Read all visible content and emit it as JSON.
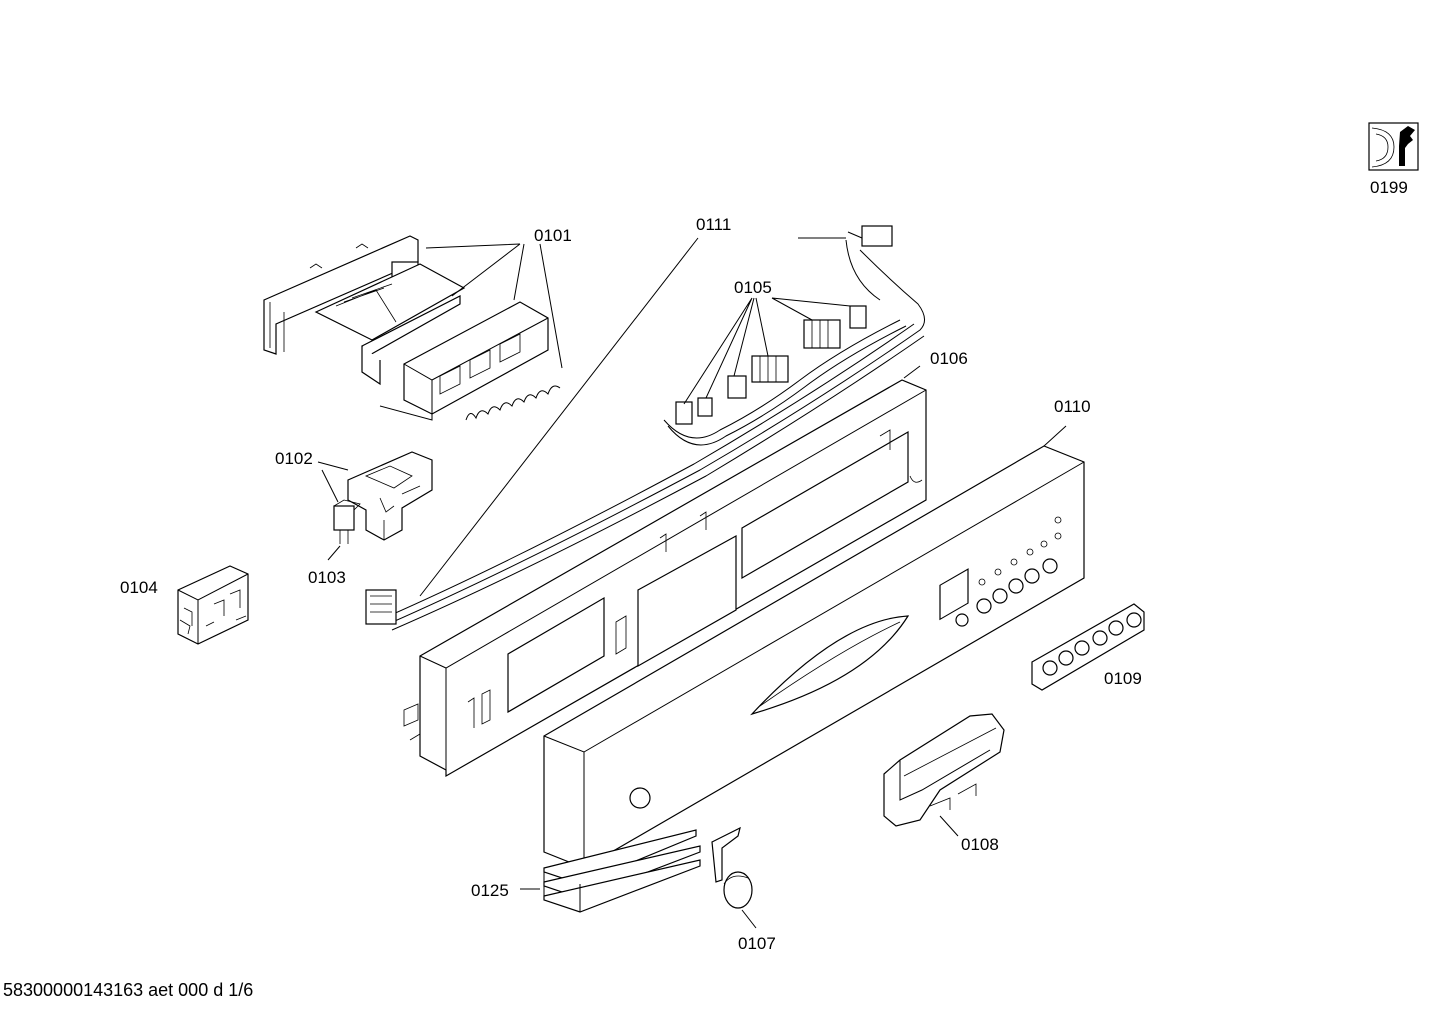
{
  "labels": {
    "p0101": "0101",
    "p0102": "0102",
    "p0103": "0103",
    "p0104": "0104",
    "p0105": "0105",
    "p0106": "0106",
    "p0107": "0107",
    "p0108": "0108",
    "p0109": "0109",
    "p0110": "0110",
    "p0111": "0111",
    "p0125": "0125",
    "p0199": "0199"
  },
  "footer": "58300000143163 aet 000 d 1/6",
  "icons": {
    "service": "wrench-tool-icon"
  }
}
